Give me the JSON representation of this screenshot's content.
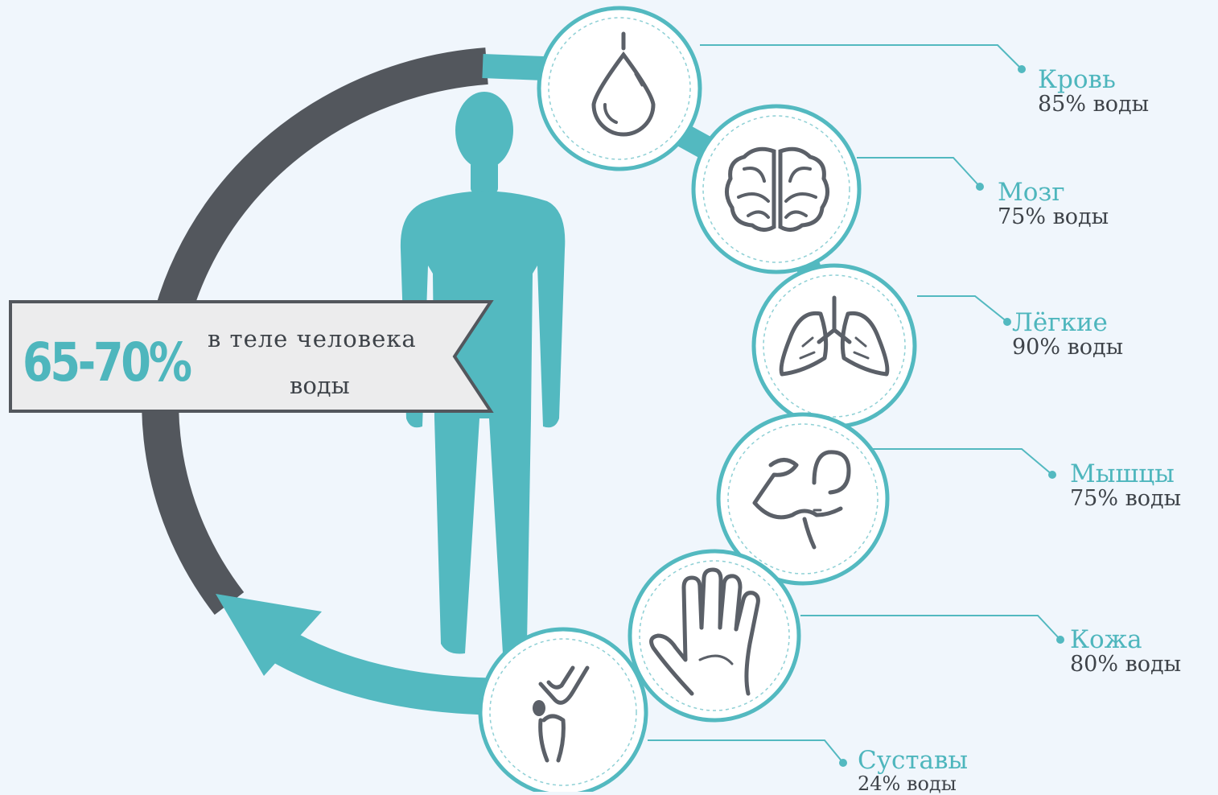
{
  "banner": {
    "percent": "65-70%",
    "line1": "в теле человека",
    "line2": "воды"
  },
  "colors": {
    "teal": "#53b9c0",
    "dark_arc": "#53575d",
    "icon_stroke": "#5b6068",
    "background": "#f0f6fc"
  },
  "organs": [
    {
      "icon": "water-drop-icon",
      "name": "Кровь",
      "value": "85% воды"
    },
    {
      "icon": "brain-icon",
      "name": "Мозг",
      "value": "75% воды"
    },
    {
      "icon": "lungs-icon",
      "name": "Лёгкие",
      "value": "90% воды"
    },
    {
      "icon": "muscle-arm-icon",
      "name": "Мышцы",
      "value": "75% воды"
    },
    {
      "icon": "hand-icon",
      "name": "Кожа",
      "value": "80% воды"
    },
    {
      "icon": "knee-joint-icon",
      "name": "Суставы",
      "value": "24% воды"
    }
  ]
}
